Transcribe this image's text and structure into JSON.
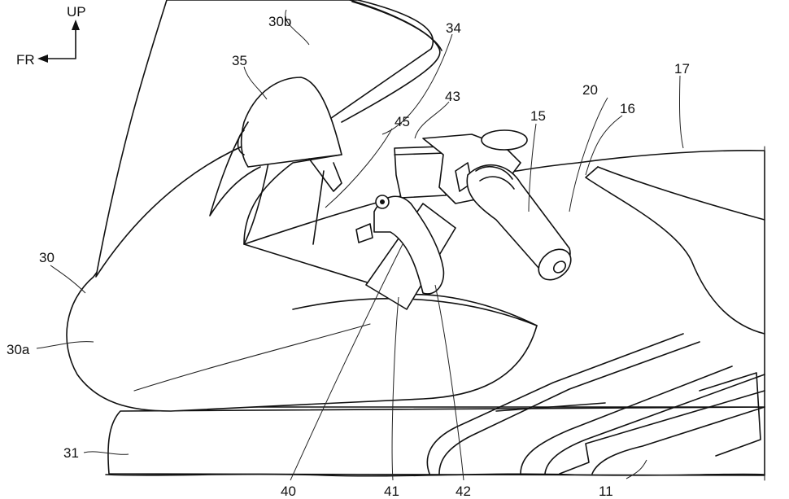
{
  "figure": {
    "orientation": {
      "up": "UP",
      "front": "FR"
    },
    "labels": {
      "l30b": "30b",
      "l34": "34",
      "l35": "35",
      "l43": "43",
      "l45": "45",
      "l15": "15",
      "l20": "20",
      "l16": "16",
      "l17": "17",
      "l30": "30",
      "l30a": "30a",
      "l31": "31",
      "l40": "40",
      "l41": "41",
      "l42": "42",
      "l11": "11"
    },
    "colors": {
      "ink": "#111111",
      "paper": "#ffffff"
    }
  }
}
